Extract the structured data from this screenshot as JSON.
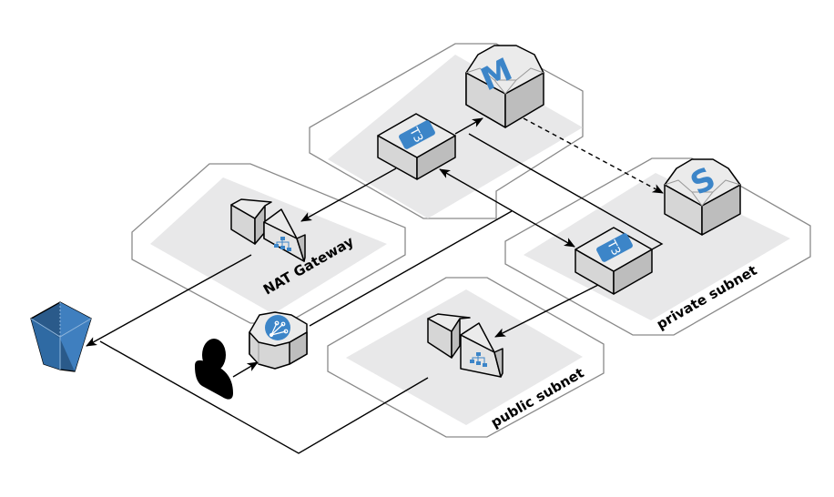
{
  "diagram": {
    "title": "Isometric network architecture",
    "zones": [
      {
        "id": "top-zone",
        "label": ""
      },
      {
        "id": "nat-zone",
        "label": "NAT Gateway"
      },
      {
        "id": "private-zone",
        "label": "private subnet"
      },
      {
        "id": "public-zone",
        "label": "public subnet"
      }
    ],
    "nodes": {
      "master_badge": "M",
      "slave_badge": "S",
      "t3_top_badge": "T3",
      "t3_right_badge": "T3"
    },
    "labels": {
      "nat_gateway": "NAT Gateway",
      "private_subnet": "private subnet",
      "public_subnet": "public subnet"
    },
    "icons": {
      "storage_bucket": "bucket-icon",
      "user": "user-icon",
      "router": "router-icon",
      "load_balancer": "load-balancer-icon",
      "database": "database-icon",
      "instance": "instance-icon"
    },
    "connections": [
      {
        "from": "T3 (top)",
        "to": "M",
        "style": "solid",
        "arrow": "end"
      },
      {
        "from": "M",
        "to": "S",
        "style": "dashed",
        "arrow": "end"
      },
      {
        "from": "T3 (top)",
        "to": "NAT Gateway",
        "style": "solid",
        "arrow": "end"
      },
      {
        "from": "T3 (top)",
        "to": "T3 (right)",
        "style": "solid",
        "arrow": "both"
      },
      {
        "from": "T3 (right)",
        "to": "public subnet LB",
        "style": "solid",
        "arrow": "end"
      },
      {
        "from": "NAT Gateway",
        "to": "bucket",
        "style": "solid",
        "arrow": "end"
      },
      {
        "from": "user",
        "to": "router",
        "style": "solid",
        "arrow": "end"
      },
      {
        "from": "router",
        "to": "T3 (right)",
        "style": "solid",
        "arrow": "none"
      },
      {
        "from": "public subnet LB",
        "to": "bucket",
        "style": "solid",
        "arrow": "none"
      }
    ],
    "colors": {
      "accent": "#3c85c8",
      "bucket_dark": "#2a5a8a",
      "bucket_light": "#3f7fbf",
      "zone_fill": "#e8e8e9",
      "zone_stroke": "#8a8a8a"
    }
  }
}
